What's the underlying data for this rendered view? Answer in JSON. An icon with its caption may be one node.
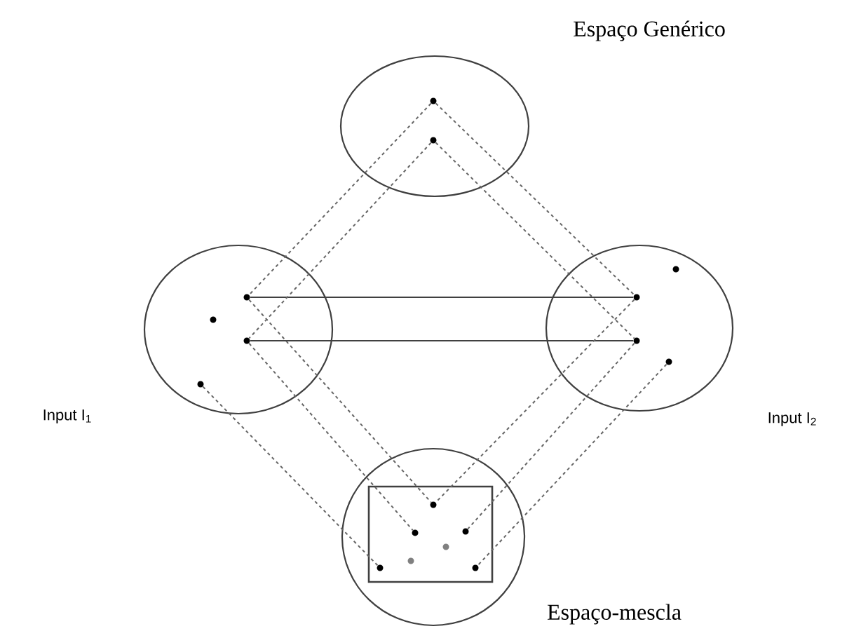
{
  "diagram": {
    "nodes": [
      {
        "text": [
          "Espaço Genérico"
        ]
      },
      {
        "text": [],
        "shape": "circle",
        "in": 0
      },
      {
        "text": [],
        "shape": "circle",
        "in": 0
      },
      {
        "text": [
          "Input I$_{1}$"
        ]
      },
      {
        "text": [],
        "shape": "circle",
        "in": 3
      },
      {
        "text": [],
        "shape": "circle",
        "in": 3
      },
      {
        "text": [],
        "shape": "circle",
        "in": 3
      },
      {
        "text": [],
        "shape": "circle",
        "in": 3
      },
      {
        "text": [
          "Input I$_{2}$"
        ]
      },
      {
        "text": [],
        "shape": "circle",
        "in": 8
      },
      {
        "text": [],
        "shape": "circle",
        "in": 8
      },
      {
        "text": [],
        "shape": "circle",
        "in": 8
      },
      {
        "text": [],
        "shape": "circle",
        "in": 8
      },
      {
        "text": [
          "Espaço-mescla"
        ]
      },
      {
        "text": [],
        "shape": "box",
        "in": 13
      },
      {
        "text": [],
        "shape": "circle",
        "in": 14
      },
      {
        "text": [],
        "shape": "circle",
        "in": 14
      },
      {
        "text": [],
        "shape": "circle",
        "in": 14
      },
      {
        "text": [],
        "shape": "circle",
        "in": 14
      },
      {
        "text": [],
        "shape": "circle",
        "in": 14
      },
      {
        "text": [],
        "shape": "circle",
        "in": 14
      },
      {
        "text": [],
        "shape": "circle",
        "in": 14
      }
    ],
    "edges": [
      {
        "from": 4,
        "to": 10,
        "arrow": "none"
      },
      {
        "from": 6,
        "to": 11,
        "arrow": "none"
      },
      {
        "from": 1,
        "to": 4,
        "arrow": "none",
        "style": "dashed"
      },
      {
        "from": 2,
        "to": 6,
        "arrow": "none",
        "style": "dashed"
      },
      {
        "from": 1,
        "to": 10,
        "arrow": "none",
        "style": "dashed"
      },
      {
        "from": 2,
        "to": 11,
        "arrow": "none",
        "style": "dashed"
      },
      {
        "from": 4,
        "to": 15,
        "arrow": "none",
        "style": "dashed"
      },
      {
        "from": 10,
        "to": 15,
        "arrow": "none",
        "style": "dashed"
      },
      {
        "from": 6,
        "to": 16,
        "arrow": "none",
        "style": "dashed"
      },
      {
        "from": 11,
        "to": 17,
        "arrow": "none",
        "style": "dashed"
      },
      {
        "from": 7,
        "to": 20,
        "arrow": "none",
        "style": "dashed"
      },
      {
        "from": 12,
        "to": 21,
        "arrow": "none",
        "style": "dashed"
      }
    ]
  }
}
